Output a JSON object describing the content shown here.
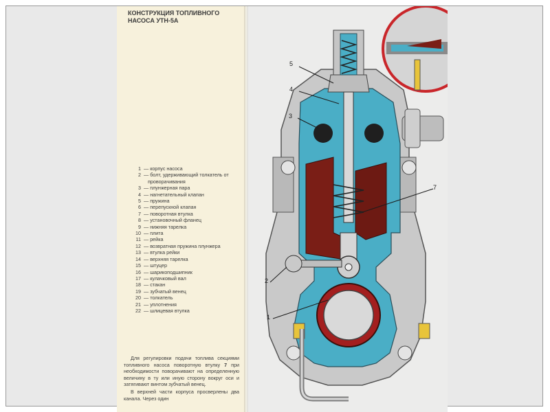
{
  "title": "КОНСТРУКЦИЯ ТОПЛИВНОГО НАСОСА УТН-5А",
  "legend": [
    {
      "num": "1",
      "text": "корпус насоса"
    },
    {
      "num": "2",
      "text": "болт, удерживающий толкатель от проворачивания"
    },
    {
      "num": "3",
      "text": "плунжерная пара"
    },
    {
      "num": "4",
      "text": "нагнетательный клапан"
    },
    {
      "num": "5",
      "text": "пружина"
    },
    {
      "num": "6",
      "text": "перепускной клапан"
    },
    {
      "num": "7",
      "text": "поворотная втулка"
    },
    {
      "num": "8",
      "text": "установочный фланец"
    },
    {
      "num": "9",
      "text": "нижняя тарелка"
    },
    {
      "num": "10",
      "text": "плита"
    },
    {
      "num": "11",
      "text": "рейка"
    },
    {
      "num": "12",
      "text": "возвратная пружина плунжера"
    },
    {
      "num": "13",
      "text": "втулка рейки"
    },
    {
      "num": "14",
      "text": "верхняя тарелка"
    },
    {
      "num": "15",
      "text": "штуцер"
    },
    {
      "num": "16",
      "text": "шарикоподшипник"
    },
    {
      "num": "17",
      "text": "кулачковый вал"
    },
    {
      "num": "18",
      "text": "стакан"
    },
    {
      "num": "19",
      "text": "зубчатый венец"
    },
    {
      "num": "20",
      "text": "толкатель"
    },
    {
      "num": "21",
      "text": "уплотнения"
    },
    {
      "num": "22",
      "text": "шлицевая втулка"
    }
  ],
  "body": {
    "p1_a": "Для регулировки подачи топлива секциями топливного насоса поворотную втулку ",
    "p1_b": "7",
    "p1_c": " при необходимости поворачивают на определенную величину в ту или иную сторону вокруг оси и затягивают винтом зубчатый венец.",
    "p2": "В верхней части корпуса просверлены два канала. Через один"
  },
  "callouts": {
    "c1": "1",
    "c2": "2",
    "c3": "3",
    "c4": "4",
    "c5": "5",
    "c7": "7"
  },
  "colors": {
    "page": "#f7f1dc",
    "metal": "#c9c9c9",
    "section_blue": "#4aaec6",
    "section_red": "#7a1e16",
    "outline": "#3a3a3a",
    "accent_red": "#c9262a",
    "accent_yellow": "#e8c43a"
  }
}
